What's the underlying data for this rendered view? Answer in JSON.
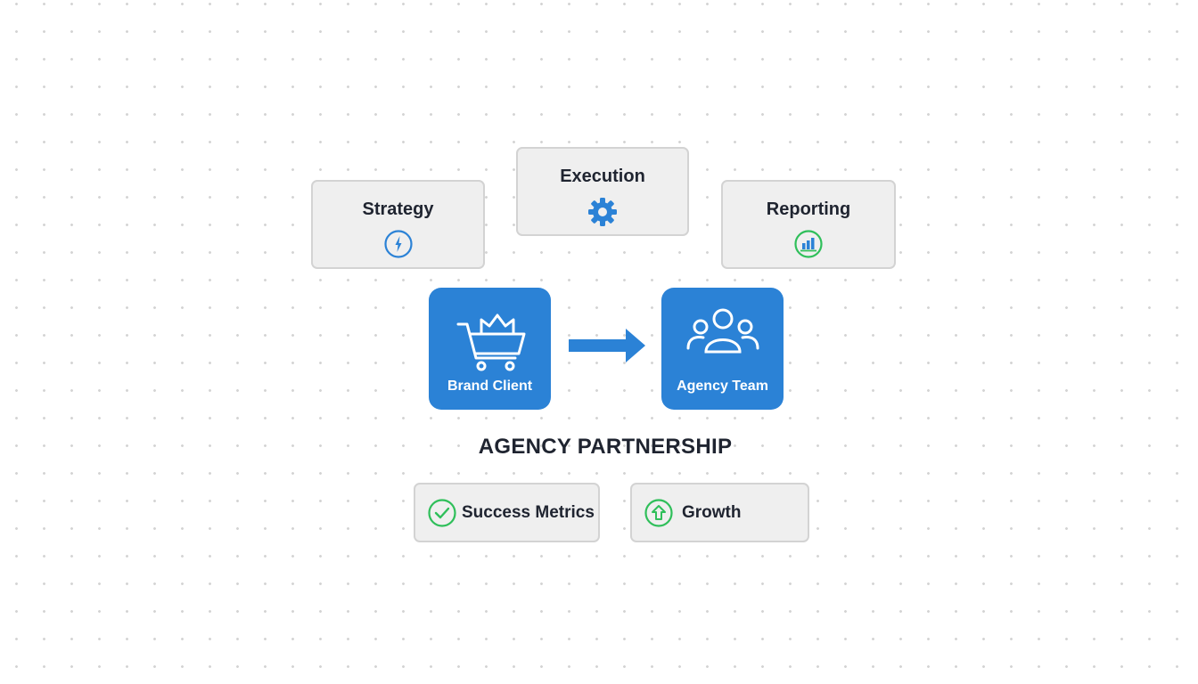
{
  "top_cards": [
    {
      "label": "Strategy",
      "icon": "compass-icon"
    },
    {
      "label": "Execution",
      "icon": "gear-icon"
    },
    {
      "label": "Reporting",
      "icon": "bar-chart-icon"
    }
  ],
  "nodes": {
    "client": {
      "label": "Brand Client",
      "icon": "crown-cart-icon"
    },
    "agency": {
      "label": "Agency Team",
      "icon": "team-icon"
    }
  },
  "title": "AGENCY PARTNERSHIP",
  "outcomes": [
    {
      "label": "Success Metrics",
      "icon": "check-circle-icon"
    },
    {
      "label": "Growth",
      "icon": "arrow-up-circle-icon"
    }
  ],
  "colors": {
    "blue": "#2b82d6",
    "green": "#2fbf5a",
    "card": "#efefef"
  }
}
